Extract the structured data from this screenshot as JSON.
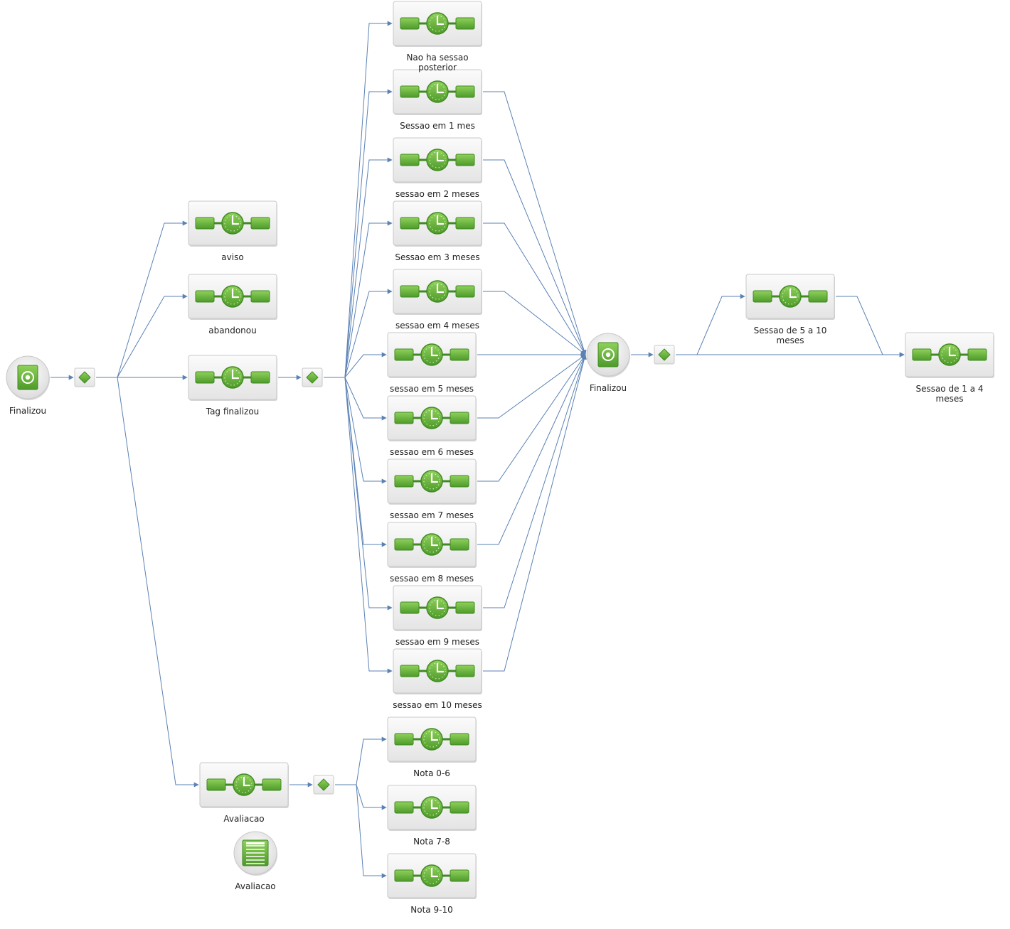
{
  "colors": {
    "edge": "#5b82b5",
    "accent_green": "#6bb43e",
    "dark_green": "#3f8a22",
    "card_bg": "#f0f0f0",
    "card_border": "#c8c8c8"
  },
  "nodes": [
    {
      "id": "start-finalizou",
      "kind": "start",
      "label": "Finalizou",
      "icon": "target-icon"
    },
    {
      "id": "gw1",
      "kind": "gateway",
      "label": "",
      "icon": "diamond-icon"
    },
    {
      "id": "aviso",
      "kind": "timer",
      "label": "aviso",
      "icon": "clock-icon"
    },
    {
      "id": "abandonou",
      "kind": "timer",
      "label": "abandonou",
      "icon": "clock-icon"
    },
    {
      "id": "tag-finalizou",
      "kind": "timer",
      "label": "Tag finalizou",
      "icon": "clock-icon"
    },
    {
      "id": "gw2",
      "kind": "gateway",
      "label": "",
      "icon": "diamond-icon"
    },
    {
      "id": "nao-ha-sessao",
      "kind": "timer",
      "label": "Nao ha sessao posterior",
      "icon": "clock-icon"
    },
    {
      "id": "sessao-1",
      "kind": "timer",
      "label": "Sessao em 1 mes",
      "icon": "clock-icon"
    },
    {
      "id": "sessao-2",
      "kind": "timer",
      "label": "sessao em 2 meses",
      "icon": "clock-icon"
    },
    {
      "id": "sessao-3",
      "kind": "timer",
      "label": "Sessao em 3 meses",
      "icon": "clock-icon"
    },
    {
      "id": "sessao-4",
      "kind": "timer",
      "label": "sessao em 4 meses",
      "icon": "clock-icon"
    },
    {
      "id": "sessao-5",
      "kind": "timer",
      "label": "sessao em 5 meses",
      "icon": "clock-icon"
    },
    {
      "id": "sessao-6",
      "kind": "timer",
      "label": "sessao em 6 meses",
      "icon": "clock-icon"
    },
    {
      "id": "sessao-7",
      "kind": "timer",
      "label": "sessao em 7 meses",
      "icon": "clock-icon"
    },
    {
      "id": "sessao-8",
      "kind": "timer",
      "label": "sessao em 8 meses",
      "icon": "clock-icon"
    },
    {
      "id": "sessao-9",
      "kind": "timer",
      "label": "sessao em 9 meses",
      "icon": "clock-icon"
    },
    {
      "id": "sessao-10",
      "kind": "timer",
      "label": "sessao em 10 meses",
      "icon": "clock-icon"
    },
    {
      "id": "finalizou-2",
      "kind": "start",
      "label": "Finalizou",
      "icon": "target-icon"
    },
    {
      "id": "gw3",
      "kind": "gateway",
      "label": "",
      "icon": "diamond-icon"
    },
    {
      "id": "sessao-5-10",
      "kind": "timer",
      "label": "Sessao de 5 a 10 meses",
      "icon": "clock-icon"
    },
    {
      "id": "sessao-1-4",
      "kind": "timer",
      "label": "Sessao de 1 a 4 meses",
      "icon": "clock-icon"
    },
    {
      "id": "avaliacao-timer",
      "kind": "timer",
      "label": "Avaliacao",
      "icon": "clock-icon"
    },
    {
      "id": "gw4",
      "kind": "gateway",
      "label": "",
      "icon": "diamond-icon"
    },
    {
      "id": "nota-0-6",
      "kind": "timer",
      "label": "Nota 0-6",
      "icon": "clock-icon"
    },
    {
      "id": "nota-7-8",
      "kind": "timer",
      "label": "Nota 7-8",
      "icon": "clock-icon"
    },
    {
      "id": "nota-9-10",
      "kind": "timer",
      "label": "Nota 9-10",
      "icon": "clock-icon"
    },
    {
      "id": "avaliacao-form",
      "kind": "form",
      "label": "Avaliacao",
      "icon": "form-icon"
    }
  ],
  "edges": [
    [
      "start-finalizou",
      "gw1"
    ],
    [
      "gw1",
      "aviso"
    ],
    [
      "gw1",
      "abandonou"
    ],
    [
      "gw1",
      "tag-finalizou"
    ],
    [
      "gw1",
      "avaliacao-timer"
    ],
    [
      "tag-finalizou",
      "gw2"
    ],
    [
      "gw2",
      "nao-ha-sessao"
    ],
    [
      "gw2",
      "sessao-1"
    ],
    [
      "gw2",
      "sessao-2"
    ],
    [
      "gw2",
      "sessao-3"
    ],
    [
      "gw2",
      "sessao-4"
    ],
    [
      "gw2",
      "sessao-5"
    ],
    [
      "gw2",
      "sessao-6"
    ],
    [
      "gw2",
      "sessao-7"
    ],
    [
      "gw2",
      "sessao-8"
    ],
    [
      "gw2",
      "sessao-9"
    ],
    [
      "gw2",
      "sessao-10"
    ],
    [
      "sessao-1",
      "finalizou-2"
    ],
    [
      "sessao-2",
      "finalizou-2"
    ],
    [
      "sessao-3",
      "finalizou-2"
    ],
    [
      "sessao-4",
      "finalizou-2"
    ],
    [
      "sessao-5",
      "finalizou-2"
    ],
    [
      "sessao-6",
      "finalizou-2"
    ],
    [
      "sessao-7",
      "finalizou-2"
    ],
    [
      "sessao-8",
      "finalizou-2"
    ],
    [
      "sessao-9",
      "finalizou-2"
    ],
    [
      "sessao-10",
      "finalizou-2"
    ],
    [
      "finalizou-2",
      "gw3"
    ],
    [
      "gw3",
      "sessao-5-10"
    ],
    [
      "gw3",
      "sessao-1-4"
    ],
    [
      "sessao-5-10",
      "sessao-1-4"
    ],
    [
      "avaliacao-timer",
      "gw4"
    ],
    [
      "gw4",
      "nota-0-6"
    ],
    [
      "gw4",
      "nota-7-8"
    ],
    [
      "gw4",
      "nota-9-10"
    ]
  ]
}
